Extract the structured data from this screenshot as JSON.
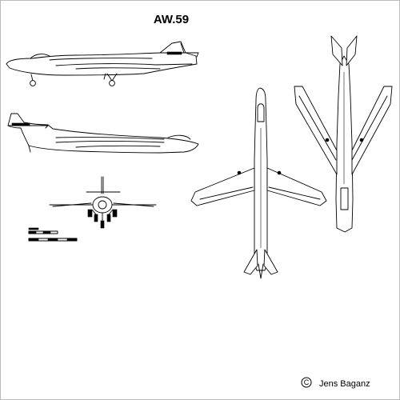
{
  "drawing": {
    "title": "AW.59",
    "copyright_symbol": "C",
    "credit": "Jens Baganz"
  }
}
